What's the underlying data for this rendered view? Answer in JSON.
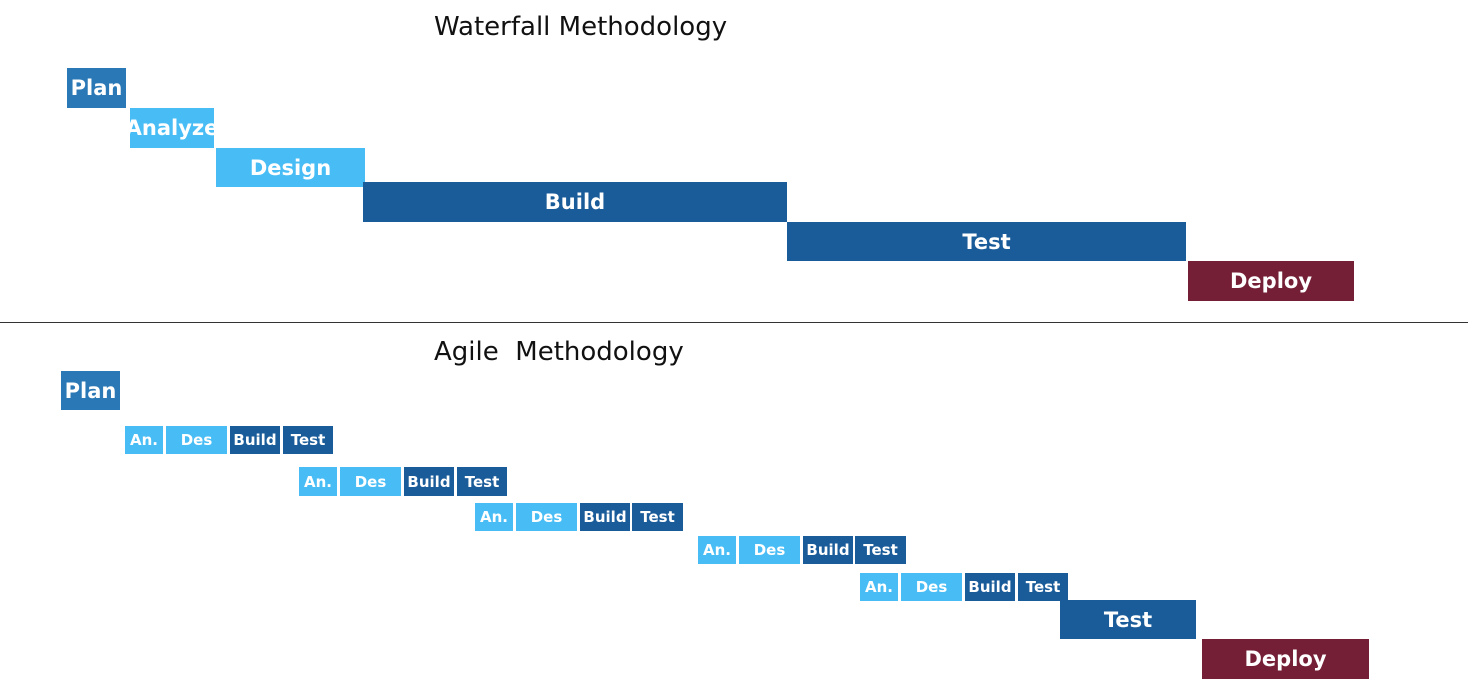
{
  "colors": {
    "plan": "#2a78b5",
    "light": "#48bdf5",
    "dark": "#1a5b99",
    "deploy": "#741f35"
  },
  "waterfall": {
    "title": "Waterfall Methodology",
    "stages": [
      "Plan",
      "Analyze",
      "Design",
      "Build",
      "Test",
      "Deploy"
    ]
  },
  "agile": {
    "title": "Agile  Methodology",
    "plan": "Plan",
    "iterations": [
      [
        "An.",
        "Des",
        "Build",
        "Test"
      ],
      [
        "An.",
        "Des",
        "Build",
        "Test"
      ],
      [
        "An.",
        "Des",
        "Build",
        "Test"
      ],
      [
        "An.",
        "Des",
        "Build",
        "Test"
      ],
      [
        "An.",
        "Des",
        "Build",
        "Test"
      ]
    ],
    "final_test": "Test",
    "deploy": "Deploy"
  }
}
